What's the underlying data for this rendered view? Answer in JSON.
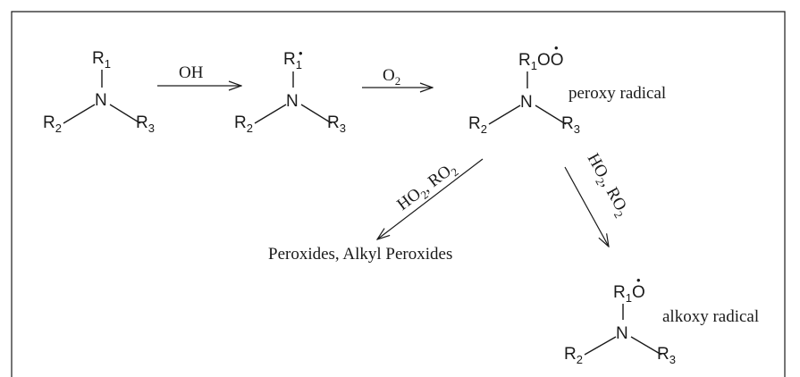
{
  "molecules": {
    "amine": {
      "n": "N",
      "r1": "R",
      "r1_sub": "1",
      "r2": "R",
      "r2_sub": "2",
      "r3": "R",
      "r3_sub": "3"
    },
    "amine_radical": {
      "n": "N",
      "r1": "R",
      "r1_sub": "1",
      "r1_mark": "•",
      "r2": "R",
      "r2_sub": "2",
      "r3": "R",
      "r3_sub": "3"
    },
    "peroxy": {
      "n": "N",
      "r1": "R",
      "r1_sub": "1",
      "r1_tail": "OO",
      "r1_dot": "•",
      "r2": "R",
      "r2_sub": "2",
      "r3": "R",
      "r3_sub": "3",
      "label": "peroxy radical"
    },
    "alkoxy": {
      "n": "N",
      "r1": "R",
      "r1_sub": "1",
      "r1_tail": "O",
      "r1_dot": "•",
      "r2": "R",
      "r2_sub": "2",
      "r3": "R",
      "r3_sub": "3",
      "label": "alkoxy radical"
    }
  },
  "reagents": {
    "step1": "OH",
    "step2_main": "O",
    "step2_sub": "2",
    "left_branch": {
      "a": "HO",
      "a_sub": "2",
      "sep": ", RO",
      "b_sub": "2"
    },
    "right_branch": {
      "a": "HO",
      "a_sub": "2",
      "sep": ", RO",
      "b_sub": "2"
    }
  },
  "products": {
    "left": "Peroxides, Alkyl Peroxides"
  }
}
